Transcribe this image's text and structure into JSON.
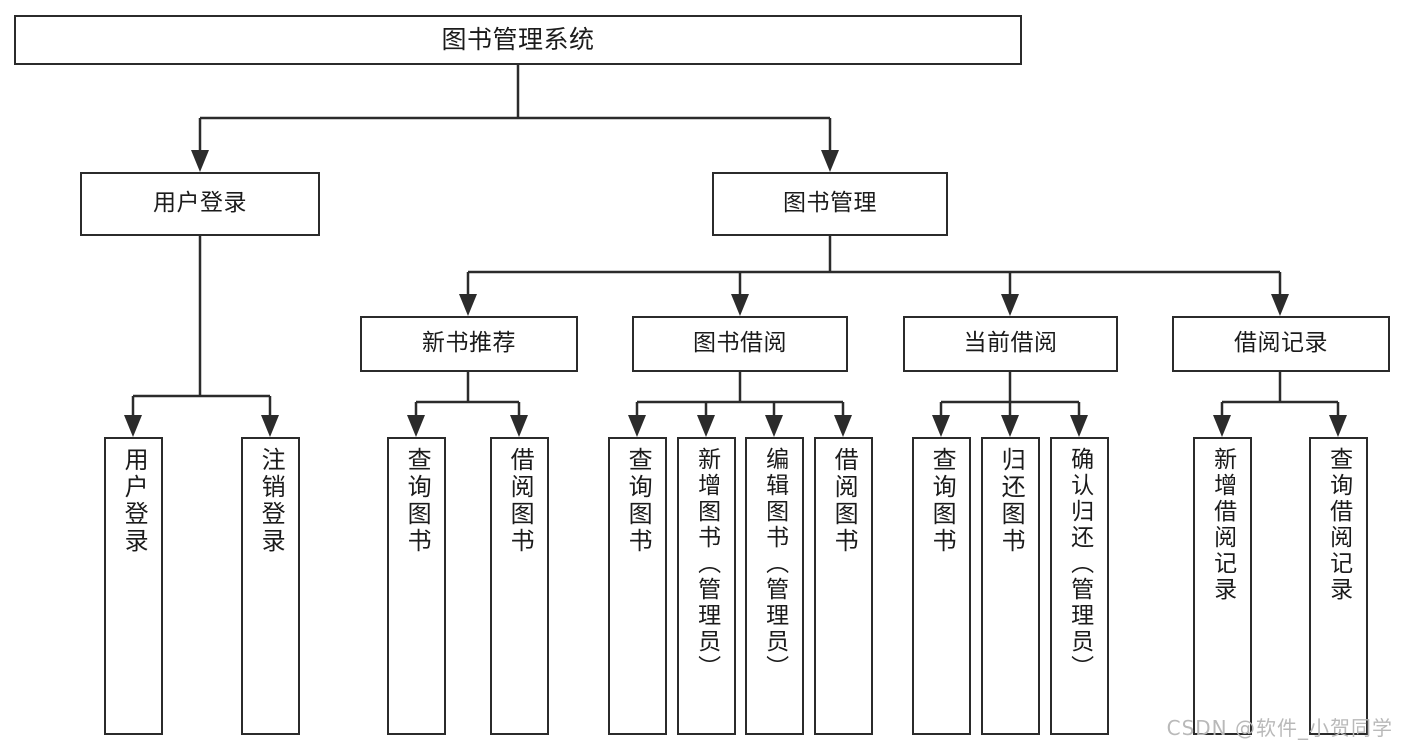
{
  "diagram": {
    "title": "图书管理系统",
    "type": "functional-decomposition-tree",
    "root": {
      "label": "图书管理系统"
    },
    "level1": [
      {
        "label": "用户登录"
      },
      {
        "label": "图书管理"
      }
    ],
    "level2": [
      {
        "label": "新书推荐"
      },
      {
        "label": "图书借阅"
      },
      {
        "label": "当前借阅"
      },
      {
        "label": "借阅记录"
      }
    ],
    "leaves": {
      "user_login": [
        {
          "label": "用户登录"
        },
        {
          "label": "注销登录"
        }
      ],
      "new_book_recommend": [
        {
          "label": "查询图书"
        },
        {
          "label": "借阅图书"
        }
      ],
      "book_borrow": [
        {
          "label": "查询图书"
        },
        {
          "label": "新增图书（管理员）"
        },
        {
          "label": "编辑图书（管理员）"
        },
        {
          "label": "借阅图书"
        }
      ],
      "current_borrow": [
        {
          "label": "查询图书"
        },
        {
          "label": "归还图书"
        },
        {
          "label": "确认归还（管理员）"
        }
      ],
      "borrow_records": [
        {
          "label": "新增借阅记录"
        },
        {
          "label": "查询借阅记录"
        }
      ]
    }
  },
  "watermark": {
    "text": "CSDN @软件_小贺同学"
  },
  "colors": {
    "stroke": "#2b2b2b",
    "background": "#ffffff",
    "text": "#1b1b1b",
    "watermark": "#b9b9b9"
  }
}
